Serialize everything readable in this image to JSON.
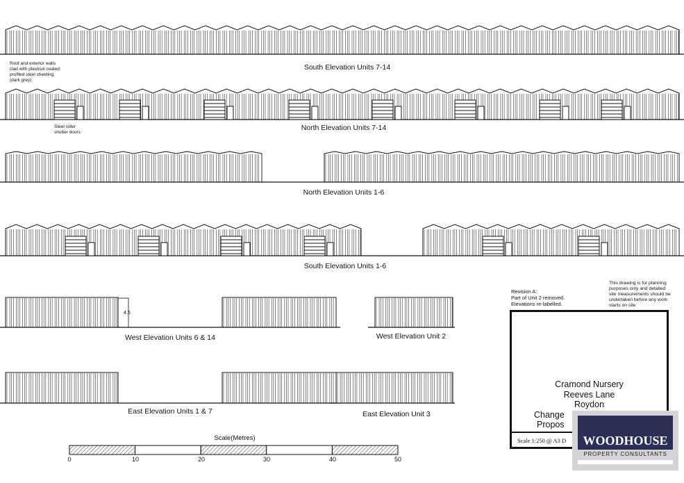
{
  "elevations": [
    {
      "label": "South Elevation Units 7-14"
    },
    {
      "label": "North Elevation Units 7-14"
    },
    {
      "label": "North Elevation Units 1-6"
    },
    {
      "label": "South Elevation Units 1-6"
    },
    {
      "label": "West Elevation Units 6 & 14"
    },
    {
      "label": "West Elevation Unit 2"
    },
    {
      "label": "East Elevation Units 1 & 7"
    },
    {
      "label": "East Elevation Unit 3"
    }
  ],
  "notes": {
    "cladding": "Roof and exterior walls\nclad with plastisol coated\nprofiled steel sheeting\n(dark grey).",
    "doors": "Steel roller\nshutter doors",
    "revision": "Revision A:\nPart of Unit 2 removed.\nElevations re-labelled.",
    "disclaimer": "This drawing is for planning\npurposes only and detailed\nsite measurements should be\nundertaken before any work\nstarts on site"
  },
  "dimension": "4.5",
  "scale_bar": {
    "title": "Scale(Metres)",
    "ticks": [
      "0",
      "10",
      "20",
      "30",
      "40",
      "50"
    ]
  },
  "title_block": {
    "line1": "Cramond Nursery",
    "line2": "Reeves Lane",
    "line3": "Roydon",
    "line4": "Change",
    "line5": "Propos",
    "scale": "Scale  1:250 @   A3  D"
  },
  "logo": {
    "name": "WOODHOUSE",
    "tagline": "PROPERTY CONSULTANTS",
    "color": "#2c2f55"
  }
}
